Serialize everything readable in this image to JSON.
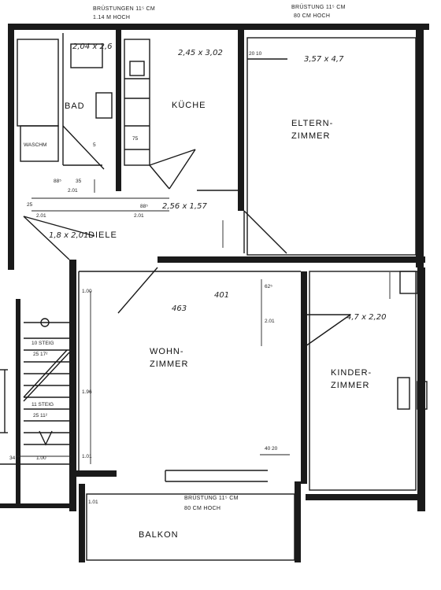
{
  "header": {
    "left_line1": "BRÜSTUNGEN 11⁵ CM",
    "left_line2": "1.14 M HOCH",
    "right_line1": "BRÜSTUNG 11⁵ CM",
    "right_line2": "80 CM HOCH"
  },
  "rooms": {
    "bad": "BAD",
    "kueche": "KÜCHE",
    "eltern_1": "ELTERN-",
    "eltern_2": "ZIMMER",
    "diele": "DIELE",
    "wohn_1": "WOHN-",
    "wohn_2": "ZIMMER",
    "kinder_1": "KINDER-",
    "kinder_2": "ZIMMER",
    "balkon": "BALKON"
  },
  "handwritten": {
    "bad_size": "2,04 x 2,6",
    "kueche_size": "2,45 x 3,02",
    "eltern_size": "3,57 x 4,7",
    "diele_size": "2,56 x 1,57",
    "diele_size2": "1,8 x 2,01",
    "wohn_size_a": "401",
    "wohn_size_b": "463",
    "kinder_size": "4,7 x 2,20"
  },
  "notes": {
    "waschm": "WASCHM",
    "balkon_line1": "BRÜSTUNG 11⁵ CM",
    "balkon_line2": "80 CM HOCH",
    "steig1": "10 STEIG",
    "steig1_dim": "25 17²",
    "steig2": "11 STEIG",
    "steig2_dim": "25 11²"
  },
  "dims": {
    "d_88": "88⁵",
    "d_201a": "2.01",
    "d_35": "35",
    "d_201b": "2.01",
    "d_25": "25",
    "d_88b": "88⁵",
    "d_201c": "2.01",
    "d_2010": "20 10",
    "d_62": "62⁵",
    "d_201d": "2.01",
    "d_100": "1.00",
    "d_196": "1.96",
    "d_101": "1.01",
    "d_4020": "40 20",
    "d_34": "34",
    "d_100b": "1.00",
    "d_101b": "1.01",
    "d_75": "75",
    "d_5": "5"
  }
}
